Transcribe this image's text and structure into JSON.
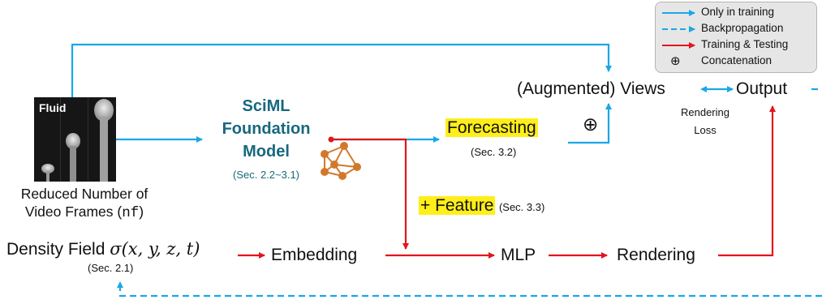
{
  "legend": {
    "items": [
      {
        "label": "Only in training",
        "style": "solid",
        "color": "#1aa7e6"
      },
      {
        "label": "Backpropagation",
        "style": "dashed",
        "color": "#1aa7e6"
      },
      {
        "label": "Training & Testing",
        "style": "solid",
        "color": "#e3151b"
      },
      {
        "label": "Concatenation",
        "symbol": "⊕"
      }
    ]
  },
  "input": {
    "photo_label": "Fluid",
    "caption_line1": "Reduced Number of",
    "caption_line2": "Video Frames (",
    "caption_code": "nf",
    "caption_end": ")"
  },
  "model": {
    "title_line1": "SciML",
    "title_line2": "Foundation",
    "title_line3": "Model",
    "section": "(Sec. 2.2~3.1)"
  },
  "forecasting": {
    "label": "Forecasting",
    "section": "(Sec. 3.2)"
  },
  "concat_symbol": "⊕",
  "views": {
    "label": "(Augmented) Views",
    "output": "Output",
    "rendering_loss_1": "Rendering",
    "rendering_loss_2": "Loss"
  },
  "feature": {
    "label": "+ Feature",
    "section": "(Sec. 3.3)"
  },
  "density": {
    "label": "Density Field",
    "formula": "σ(x, y, z, t)",
    "section": "(Sec. 2.1)"
  },
  "pipeline": {
    "embedding": "Embedding",
    "mlp": "MLP",
    "rendering": "Rendering"
  },
  "colors": {
    "blue": "#1aa7e6",
    "red": "#e3151b",
    "highlight": "#ffee1a",
    "model_text": "#17687e",
    "network_icon": "#d2782d"
  }
}
